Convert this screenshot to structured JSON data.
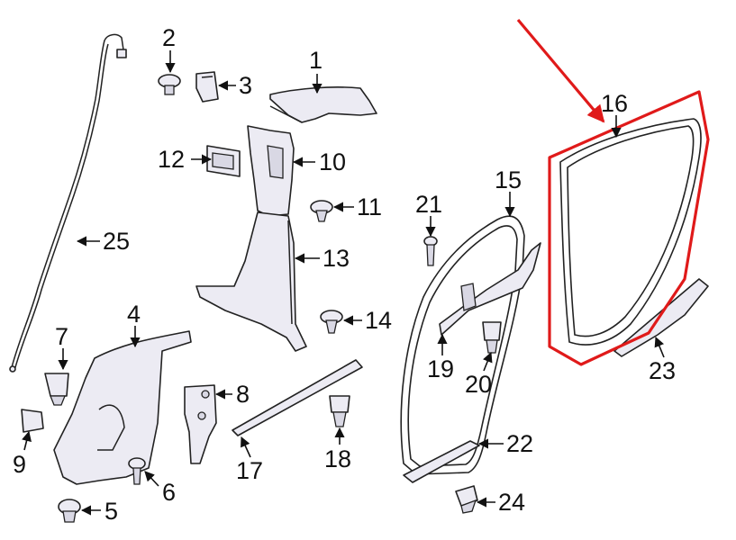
{
  "diagram": {
    "highlight_color": "#e01a1a",
    "callouts": [
      {
        "id": "1",
        "label": "1"
      },
      {
        "id": "2",
        "label": "2"
      },
      {
        "id": "3",
        "label": "3"
      },
      {
        "id": "4",
        "label": "4"
      },
      {
        "id": "5",
        "label": "5"
      },
      {
        "id": "6",
        "label": "6"
      },
      {
        "id": "7",
        "label": "7"
      },
      {
        "id": "8",
        "label": "8"
      },
      {
        "id": "9",
        "label": "9"
      },
      {
        "id": "10",
        "label": "10"
      },
      {
        "id": "11",
        "label": "11"
      },
      {
        "id": "12",
        "label": "12"
      },
      {
        "id": "13",
        "label": "13"
      },
      {
        "id": "14",
        "label": "14"
      },
      {
        "id": "15",
        "label": "15"
      },
      {
        "id": "16",
        "label": "16"
      },
      {
        "id": "17",
        "label": "17"
      },
      {
        "id": "18",
        "label": "18"
      },
      {
        "id": "19",
        "label": "19"
      },
      {
        "id": "20",
        "label": "20"
      },
      {
        "id": "21",
        "label": "21"
      },
      {
        "id": "22",
        "label": "22"
      },
      {
        "id": "23",
        "label": "23"
      },
      {
        "id": "24",
        "label": "24"
      },
      {
        "id": "25",
        "label": "25"
      }
    ]
  }
}
